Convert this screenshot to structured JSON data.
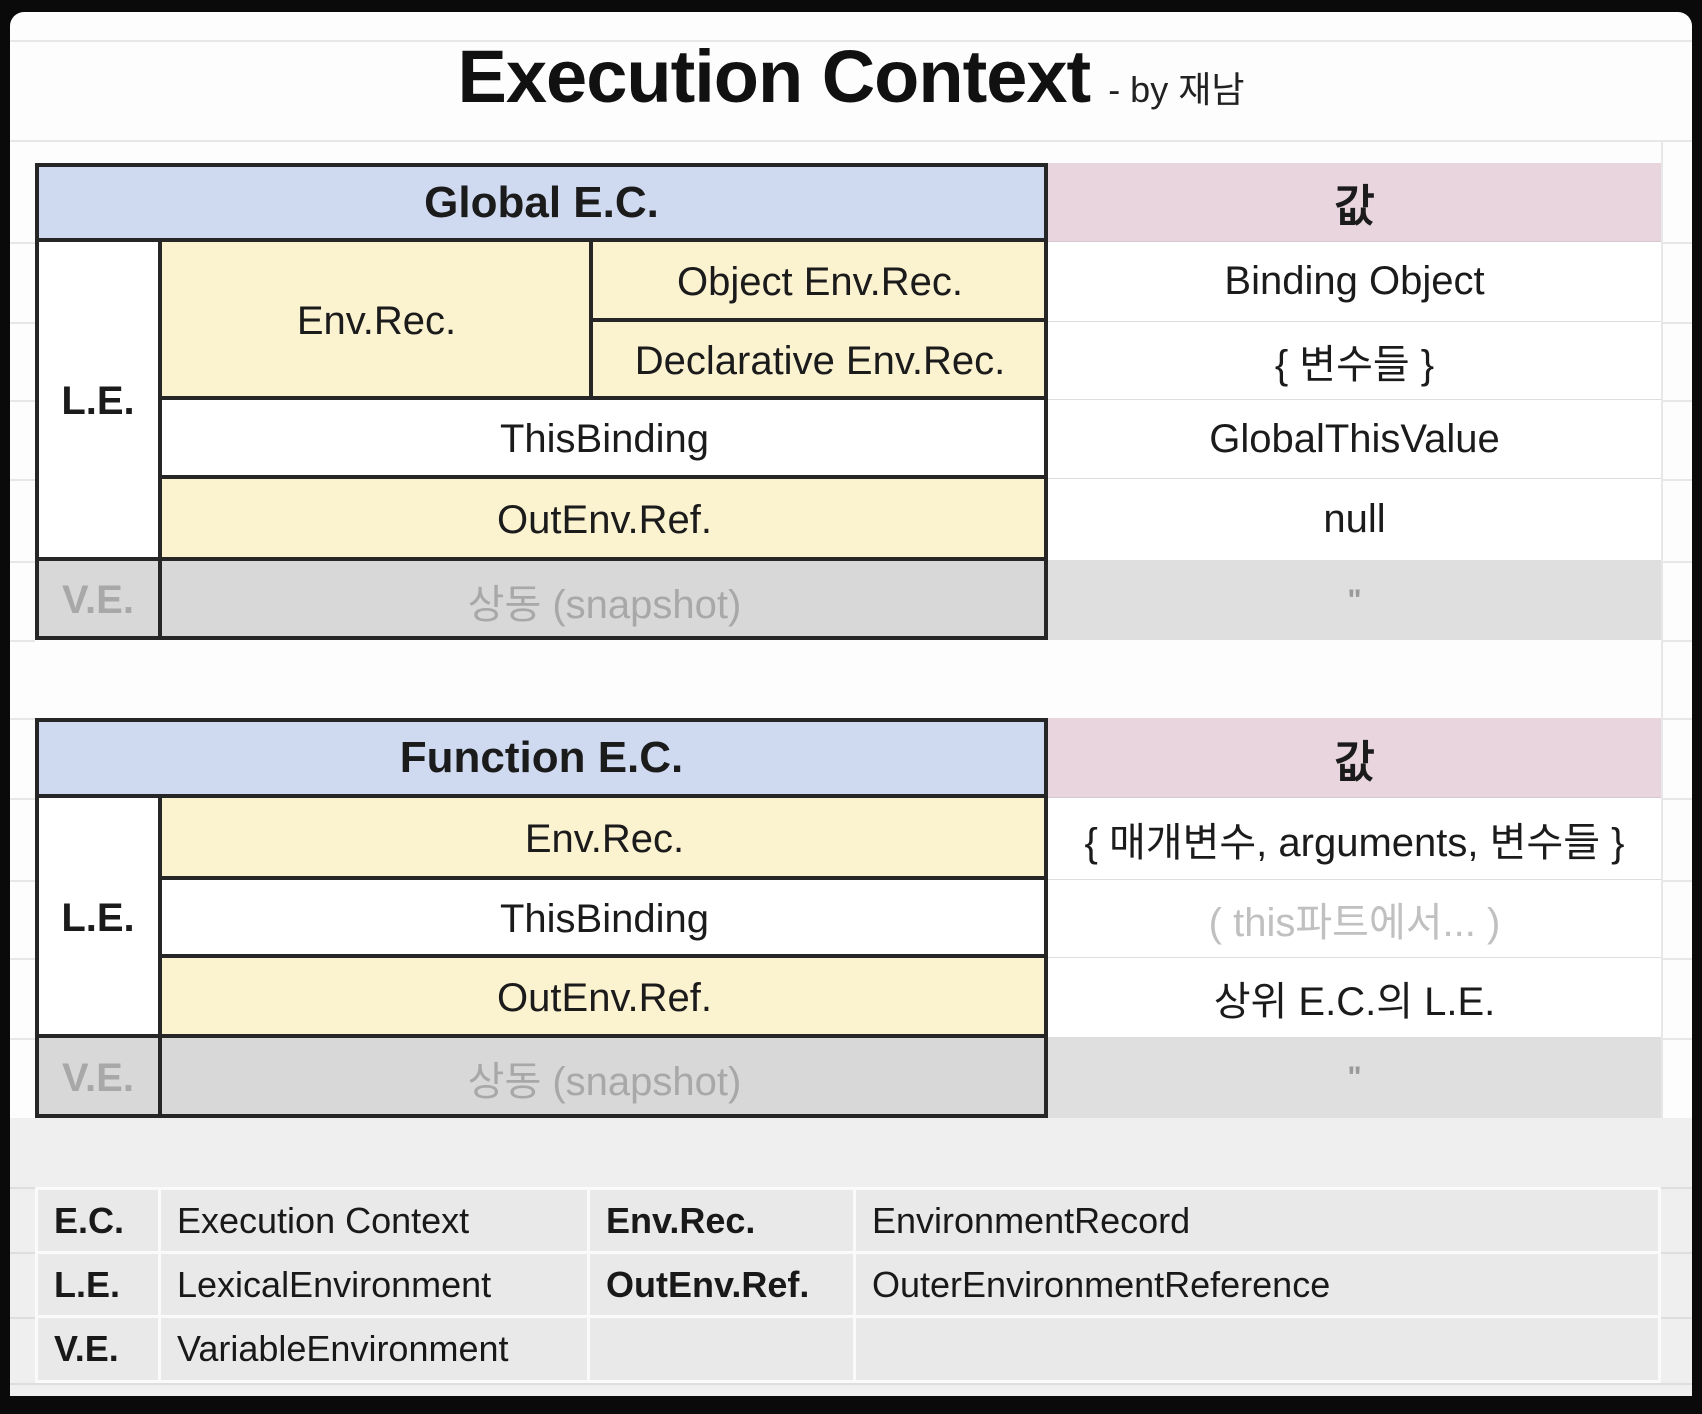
{
  "title": {
    "main": "Execution Context",
    "byline": "- by 재남"
  },
  "tables": {
    "global": {
      "header": "Global E.C.",
      "value_header": "값",
      "le_label": "L.E.",
      "env_rec": "Env.Rec.",
      "object_env_rec": "Object Env.Rec.",
      "declarative_env_rec": "Declarative Env.Rec.",
      "this_binding": "ThisBinding",
      "out_env_ref": "OutEnv.Ref.",
      "ve_label": "V.E.",
      "ve_text": "상동 (snapshot)",
      "values": {
        "object_env_rec": "Binding Object",
        "declarative_env_rec": "{ 변수들 }",
        "this_binding": "GlobalThisValue",
        "out_env_ref": "null",
        "ve": "\""
      }
    },
    "function": {
      "header": "Function E.C.",
      "value_header": "값",
      "le_label": "L.E.",
      "env_rec": "Env.Rec.",
      "this_binding": "ThisBinding",
      "out_env_ref": "OutEnv.Ref.",
      "ve_label": "V.E.",
      "ve_text": "상동 (snapshot)",
      "values": {
        "env_rec": "{ 매개변수, arguments, 변수들 }",
        "this_binding": "( this파트에서... )",
        "out_env_ref": "상위 E.C.의 L.E.",
        "ve": "\""
      }
    }
  },
  "legend": {
    "rows": [
      {
        "abbr1": "E.C.",
        "def1": "Execution Context",
        "abbr2": "Env.Rec.",
        "def2": "EnvironmentRecord"
      },
      {
        "abbr1": "L.E.",
        "def1": "LexicalEnvironment",
        "abbr2": "OutEnv.Ref.",
        "def2": "OuterEnvironmentReference"
      },
      {
        "abbr1": "V.E.",
        "def1": "VariableEnvironment",
        "abbr2": "",
        "def2": ""
      }
    ]
  },
  "colors": {
    "header_blue": "#cfdaf1",
    "header_pink": "#e8d5de",
    "cell_yellow": "#fbf2d0",
    "ve_gray": "#d8d8d8",
    "border_dark": "#262626",
    "muted_text": "#a8a8a8",
    "legend_cell": "#e9e9e9"
  }
}
